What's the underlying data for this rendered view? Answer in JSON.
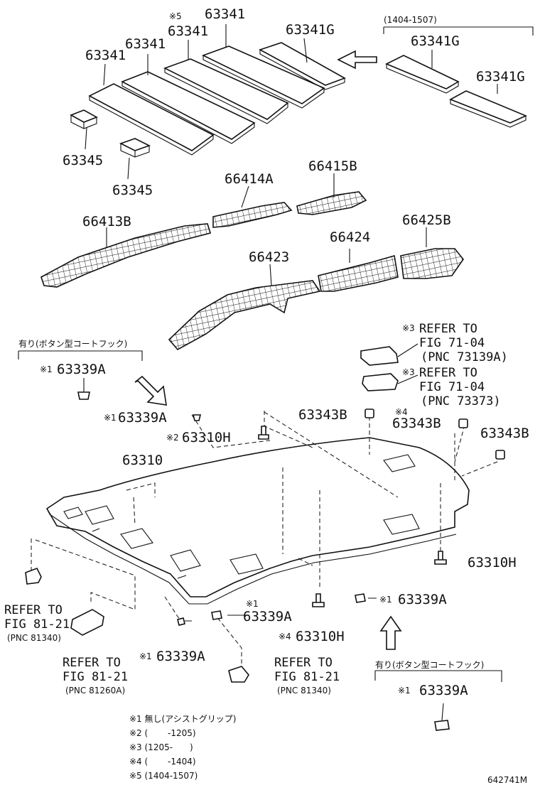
{
  "labels": {
    "roof_top_1": "63341",
    "roof_top_2": "63341",
    "roof_top_3": "63341",
    "roof_top_4": "63341",
    "note5_mark": "※5",
    "roof_g_1": "63341G",
    "roof_g_2": "63341G",
    "roof_g_3": "63341G",
    "range_1404_1507": "(1404-1507)",
    "pad_1": "63345",
    "pad_2": "63345",
    "rail_66414A": "66414A",
    "rail_66415B": "66415B",
    "rail_66413B": "66413B",
    "rail_66424": "66424",
    "rail_66425B": "66425B",
    "rail_66423": "66423",
    "hook_group_title_1": "有り(ボタン型コートフック)",
    "hook_group_title_2": "有り(ボタン型コートフック)",
    "hook_1": "63339A",
    "hook_2": "63339A",
    "hook_3": "63339A",
    "hook_4": "63339A",
    "hook_5": "63339A",
    "hook_6": "63339A",
    "clip_1": "63310H",
    "clip_2": "63310H",
    "clip_3": "63310H",
    "headlining": "63310",
    "cap_1": "63343B",
    "cap_2": "63343B",
    "cap_3": "63343B",
    "mark1": "※1",
    "mark2": "※2",
    "mark3": "※3",
    "mark4": "※4",
    "ref_a_1": "REFER TO",
    "ref_a_2": "FIG 71-04",
    "ref_a_3": "(PNC 73139A)",
    "ref_b_1": "REFER TO",
    "ref_b_2": "FIG 71-04",
    "ref_b_3": "(PNC 73373)",
    "ref_c_1": "REFER TO",
    "ref_c_2": "FIG 81-21",
    "ref_c_3": "(PNC 81340)",
    "ref_d_1": "REFER TO",
    "ref_d_2": "FIG 81-21",
    "ref_d_3": "(PNC 81260A)",
    "ref_e_1": "REFER TO",
    "ref_e_2": "FIG 81-21",
    "ref_e_3": "(PNC 81340)",
    "diagram_id": "642741M"
  },
  "notes": [
    "※1 無し(アシストグリップ)",
    "※2 (　　 -1205)",
    "※3 (1205-　　)",
    "※4 (　　 -1404)",
    "※5 (1404-1507)"
  ]
}
